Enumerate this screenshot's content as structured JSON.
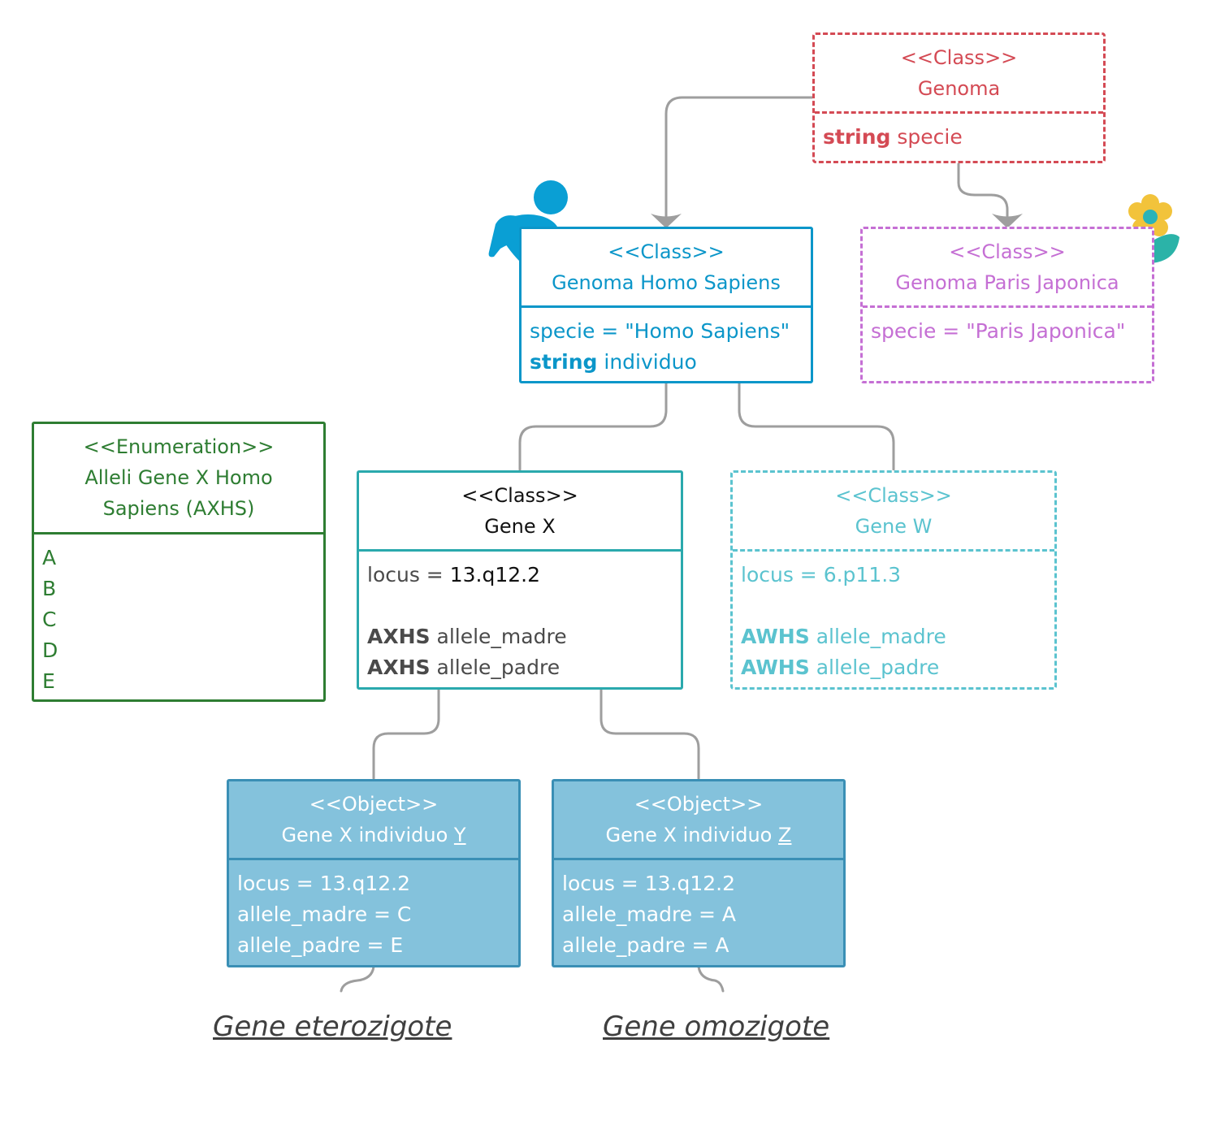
{
  "genoma": {
    "stereotype": "<<Class>>",
    "name": "Genoma",
    "attrs": [
      {
        "type": "string",
        "name": "specie"
      }
    ]
  },
  "homo": {
    "stereotype": "<<Class>>",
    "name": "Genoma Homo Sapiens",
    "attrs": [
      {
        "type": "",
        "name": "specie = \"Homo Sapiens\""
      },
      {
        "type": "string",
        "name": "individuo"
      }
    ]
  },
  "paris": {
    "stereotype": "<<Class>>",
    "name": "Genoma Paris Japonica",
    "attrs": [
      {
        "type": "",
        "name": "specie = \"Paris Japonica\""
      }
    ]
  },
  "enum": {
    "stereotype": "<<Enumeration>>",
    "name_line1": "Alleli Gene X Homo",
    "name_line2": "Sapiens (AXHS)",
    "values": [
      "A",
      "B",
      "C",
      "D",
      "E"
    ]
  },
  "genex": {
    "stereotype": "<<Class>>",
    "name": "Gene X",
    "locus_label": "locus = ",
    "locus_value": "13.q12.2",
    "attrs": [
      {
        "type": "AXHS",
        "name": "allele_madre"
      },
      {
        "type": "AXHS",
        "name": "allele_padre"
      }
    ]
  },
  "genew": {
    "stereotype": "<<Class>>",
    "name": "Gene W",
    "locus_label": "locus = ",
    "locus_value": "6.p11.3",
    "attrs": [
      {
        "type": "AWHS",
        "name": "allele_madre"
      },
      {
        "type": "AWHS",
        "name": "allele_padre"
      }
    ]
  },
  "objy": {
    "stereotype": "<<Object>>",
    "name": "Gene X individuo ",
    "name_u": "Y",
    "lines": [
      "locus = 13.q12.2",
      "allele_madre = C",
      "allele_padre = E"
    ]
  },
  "objz": {
    "stereotype": "<<Object>>",
    "name": "Gene X individuo ",
    "name_u": "Z",
    "lines": [
      "locus = 13.q12.2",
      "allele_madre = A",
      "allele_padre = A"
    ]
  },
  "notes": {
    "etero": "Gene eterozigote",
    "omo": "Gene omozigote"
  },
  "colors": {
    "genoma": "#d44a54",
    "homo": "#0b96c9",
    "paris": "#c56fd4",
    "enum": "#2e7d32",
    "genex": "#2aa9ad",
    "genew": "#5bc3cf",
    "obj_fill": "#84c2dc",
    "obj_border": "#3a8fb5",
    "connector": "#9e9e9e"
  }
}
